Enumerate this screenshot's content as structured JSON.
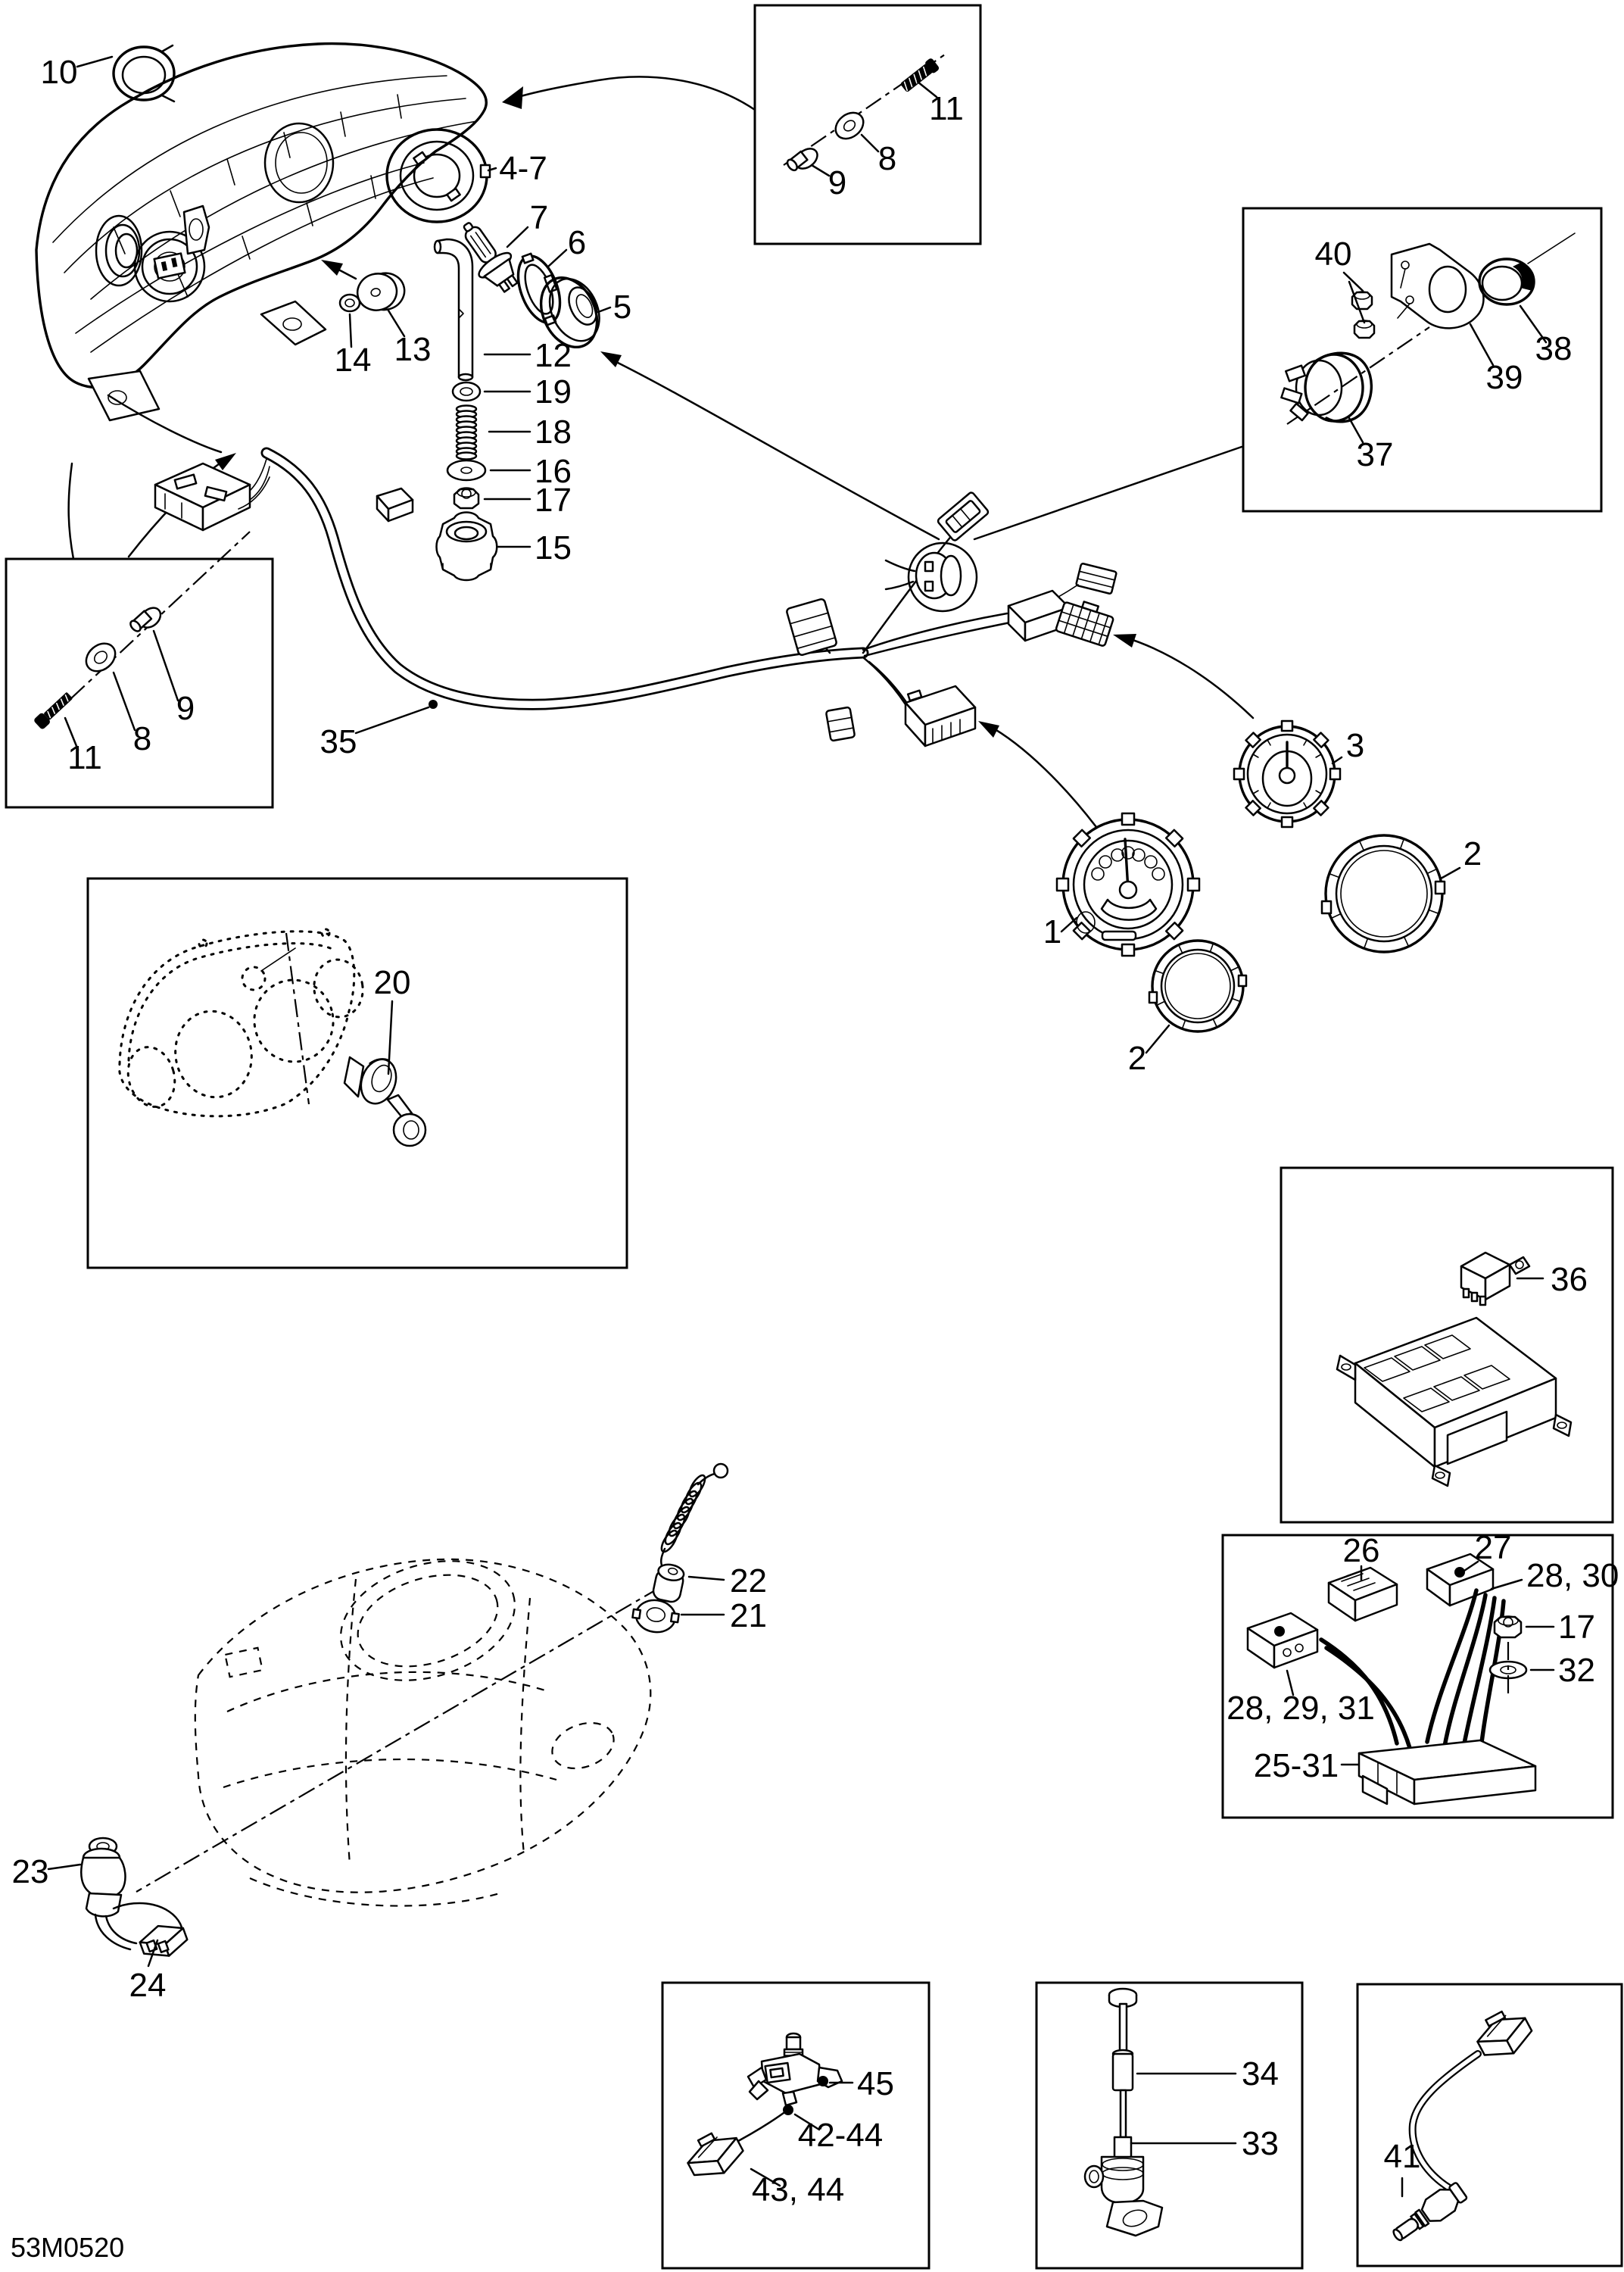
{
  "figure": {
    "code": "53M0520"
  },
  "callouts": {
    "clip": "10",
    "housing_ring": "4-7",
    "bulb": "7",
    "retaining_ring": "6",
    "boot": "5",
    "screw_top": "11",
    "washer_top": "8",
    "socket_top": "9",
    "nuts40": "40",
    "grommet38": "38",
    "bracket39": "39",
    "plug37": "37",
    "washer14": "14",
    "disc13": "13",
    "rod12": "12",
    "washer19": "19",
    "spring18": "18",
    "washer16": "16",
    "nut17": "17",
    "knob15": "15",
    "socket_left": "9",
    "washer_left": "8",
    "screw_left": "11",
    "harness35": "35",
    "gauge3": "3",
    "bezel_right": "2",
    "gauge1": "1",
    "bezel_left": "2",
    "key20": "20",
    "relay36": "36",
    "conn26": "26",
    "conn27": "27",
    "wires28_30": "28, 30",
    "nut17b": "17",
    "washer32": "32",
    "conn28_29_31": "28, 29, 31",
    "regulator": "25-31",
    "tether_cap22": "22",
    "tether_nut21": "21",
    "switch23": "23",
    "conn24": "24",
    "switch45": "45",
    "switch_grp": "42-44",
    "conn43_44": "43, 44",
    "dipstick_cap34": "34",
    "dipstick33": "33",
    "temp41": "41"
  }
}
